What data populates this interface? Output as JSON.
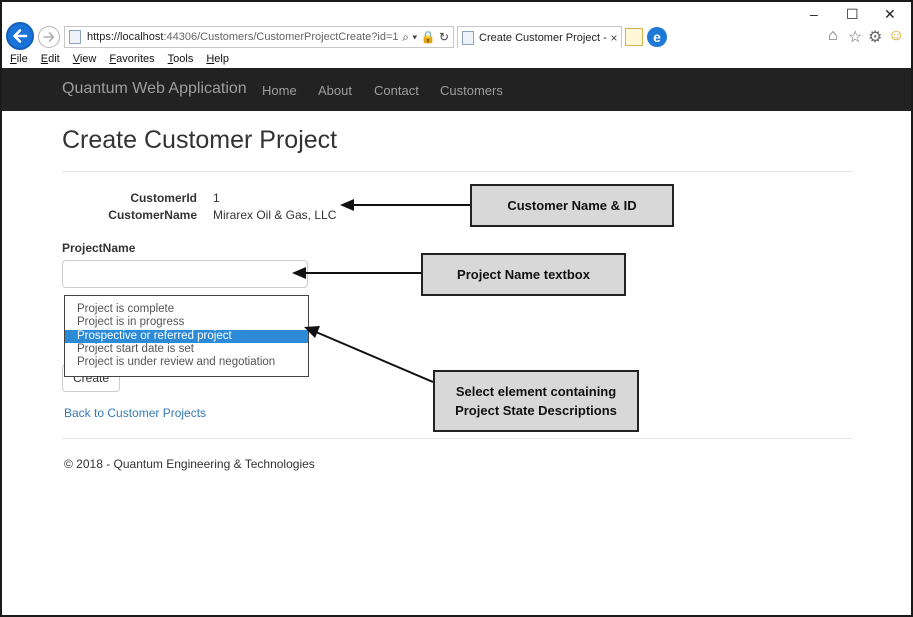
{
  "browser": {
    "url_host": "https://localhost",
    "url_rest": ":44306/Customers/CustomerProjectCreate?id=1",
    "tab_title": "Create Customer Project - ...",
    "tab_close": "×",
    "addr_tools": "⌕ ▾ 🔒 ↻",
    "win_min": "–",
    "win_max": "☐",
    "win_close": "✕",
    "icons": {
      "home": "⌂",
      "star": "☆",
      "gear": "⚙",
      "smiley": "☺"
    }
  },
  "menubar": [
    "File",
    "Edit",
    "View",
    "Favorites",
    "Tools",
    "Help"
  ],
  "navbar": {
    "brand": "Quantum Web Application",
    "links": [
      "Home",
      "About",
      "Contact",
      "Customers"
    ]
  },
  "page": {
    "title": "Create Customer Project",
    "customer": [
      {
        "term": "CustomerId",
        "value": "1"
      },
      {
        "term": "CustomerName",
        "value": "Mirarex Oil & Gas, LLC"
      }
    ],
    "project_name_label": "ProjectName",
    "project_name_value": "",
    "select_options": [
      "Project is complete",
      "Project is in progress",
      "Prospective or referred project",
      "Project start date is set",
      "Project is under review and negotiation"
    ],
    "selected_option": "Prospective or referred project",
    "create_button": "Create",
    "back_link": "Back to Customer Projects",
    "footer": "© 2018 - Quantum Engineering & Technologies"
  },
  "annotations": {
    "customer_name_id": "Customer Name & ID",
    "project_name_textbox": "Project Name textbox",
    "select_line1": "Select element containing",
    "select_line2": "Project State Descriptions"
  },
  "colors": {
    "navbar_bg": "#222222",
    "link": "#337ab7",
    "selected_option_bg": "#2d8ad6",
    "callout_bg": "#d8d8d8",
    "back_button": "#1a73d9"
  }
}
